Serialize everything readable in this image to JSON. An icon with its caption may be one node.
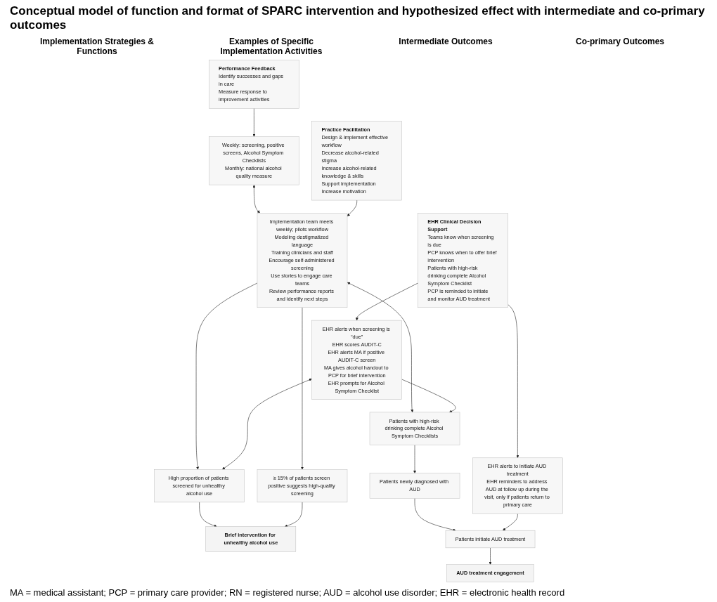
{
  "diagram": {
    "title": "Conceptual model of function and format of SPARC intervention and hypothesized effect with intermediate and co-primary outcomes",
    "caption": "MA = medical assistant; PCP = primary care provider; RN = registered nurse; AUD = alcohol use disorder; EHR = electronic health record",
    "nodes": [
      {
        "text": [
          "Performance Feedback",
          "Identify successes and gaps in care",
          "Measure response to improvement activities"
        ]
      },
      {
        "text": [
          "Weekly: screening, positive screens, Alcohol Symptom Checklists",
          "Monthly: national alcohol quality measure"
        ]
      },
      {
        "text": [
          "Practice Facilitation",
          "Design & implement effective workflow",
          "Decrease alcohol-related stigma",
          "Increase alcohol-related knowledge & skills",
          "Support implementation",
          "Increase motivation"
        ]
      },
      {
        "text": [
          "Implementation team meets weekly; pilots workflow",
          "Modeling destigmatized language",
          "Training clinicians and staff",
          "Encourage self-administered screening",
          "Use stories to engage care teams",
          "Review performance reports and identify next steps"
        ]
      },
      {
        "text": [
          "High proportion of patients screened for unhealthy alcohol use"
        ]
      },
      {
        "text": [
          "≥ 15% of patients screen positive suggests high-quality screening"
        ]
      },
      {
        "text": [
          "Brief intervention for unhealthy alcohol use"
        ]
      },
      {
        "text": [
          "EHR Clinical Decision Support",
          "Teams know when screening is due",
          "PCP knows when to offer brief intervention",
          "Patients with high-risk drinking complete Alcohol Symptom Checklist",
          "PCP is reminded to initiate and monitor AUD treatment"
        ]
      },
      {
        "text": [
          "EHR alerts when screening is “due”",
          "EHR scores AUDIT-C",
          "EHR alerts MA if positive AUDIT-C screen",
          "MA gives alcohol handout to PCP for brief intervention",
          "EHR prompts for Alcohol Symptom Checklist"
        ]
      },
      {
        "text": [
          "Patients with high-risk drinking complete Alcohol Symptom Checklists"
        ]
      },
      {
        "text": [
          "Patients newly diagnosed with AUD"
        ]
      },
      {
        "text": [
          "AUD treatment engagement"
        ]
      },
      {
        "text": [
          "EHR alerts to initiate AUD treatment",
          "EHR reminders to address AUD at follow up during the visit, only if patients return to primary care"
        ]
      },
      {
        "text": [
          "Patients initiate AUD treatment"
        ]
      }
    ],
    "edges": [
      {
        "from": 0,
        "to": 1,
        "arrow": "to"
      },
      {
        "from": 1,
        "to": 3,
        "arrow": "both"
      },
      {
        "from": 2,
        "to": 3,
        "arrow": "to"
      },
      {
        "from": 3,
        "to": 4,
        "arrow": "to"
      },
      {
        "from": 3,
        "to": 5,
        "arrow": "to"
      },
      {
        "from": 4,
        "to": 6,
        "arrow": "to"
      },
      {
        "from": 5,
        "to": 6,
        "arrow": "to"
      },
      {
        "from": 3,
        "to": 9,
        "arrow": "both"
      },
      {
        "from": 8,
        "to": 4,
        "arrow": "both"
      },
      {
        "from": 7,
        "to": 8,
        "arrow": "to"
      },
      {
        "from": 8,
        "to": 9,
        "arrow": "to"
      },
      {
        "from": 9,
        "to": 10,
        "arrow": "to"
      },
      {
        "from": 10,
        "to": 13,
        "arrow": "to"
      },
      {
        "from": 7,
        "to": 12,
        "arrow": "to"
      },
      {
        "from": 12,
        "to": 13,
        "arrow": "to"
      },
      {
        "from": 13,
        "to": 11,
        "arrow": "to"
      }
    ],
    "labels": [
      "Implementation Strategies & Functions",
      "Examples of Specific Implementation Activities",
      "Intermediate Outcomes",
      "Co-primary Outcomes"
    ]
  }
}
